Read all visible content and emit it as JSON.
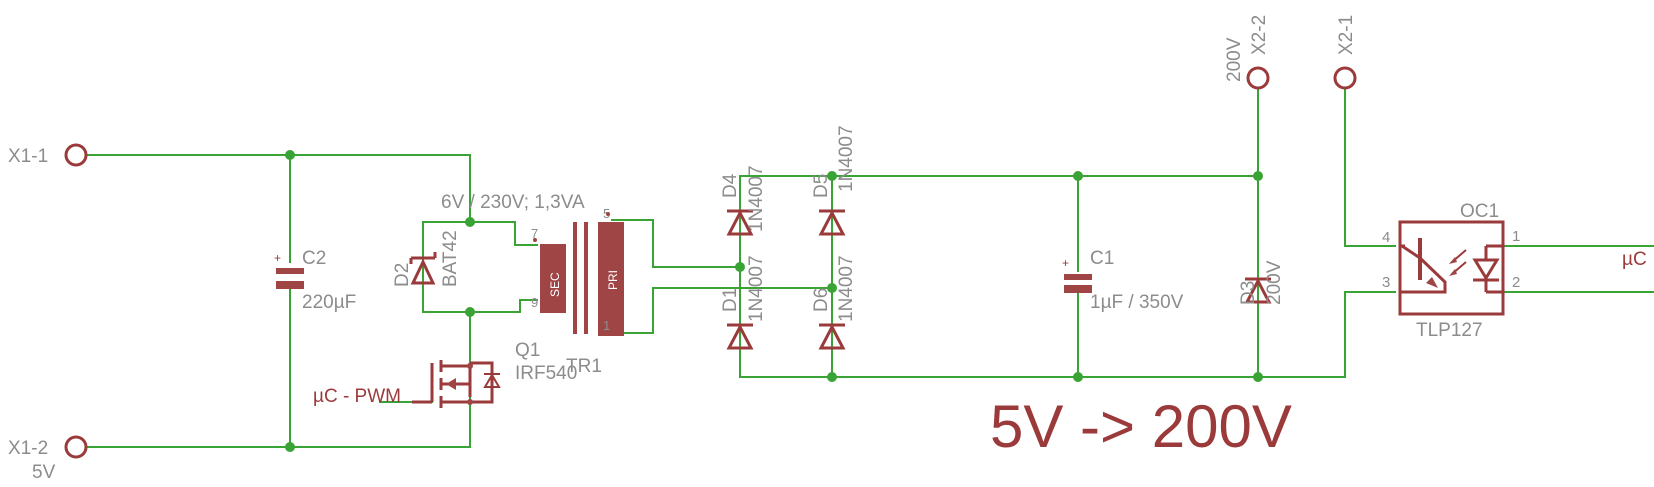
{
  "title": "5V -> 200V",
  "connectors": {
    "x1_1": "X1-1",
    "x1_2": "X1-2",
    "x1_2_value": "5V",
    "x2_2": "X2-2",
    "x2_2_value": "200V",
    "x2_1": "X2-1"
  },
  "components": {
    "c2": {
      "name": "C2",
      "value": "220µF"
    },
    "d2": {
      "name": "D2",
      "value": "BAT42"
    },
    "q1": {
      "name": "Q1",
      "value": "IRF540"
    },
    "tr1": {
      "name": "TR1",
      "value": "6V / 230V; 1,3VA",
      "pin7": "7",
      "pin9": "9",
      "pin5": "5",
      "pin1": "1",
      "sec": "SEC",
      "pri": "PRI"
    },
    "d4": {
      "name": "D4",
      "value": "1N4007"
    },
    "d1": {
      "name": "D1",
      "value": "1N4007"
    },
    "d5": {
      "name": "D5",
      "value": "1N4007"
    },
    "d6": {
      "name": "D6",
      "value": "1N4007"
    },
    "c1": {
      "name": "C1",
      "value": "1µF / 350V"
    },
    "d3": {
      "name": "D3",
      "value": "200V"
    },
    "oc1": {
      "name": "OC1",
      "value": "TLP127",
      "pin1": "1",
      "pin2": "2",
      "pin3": "3",
      "pin4": "4"
    }
  },
  "nets": {
    "pwm": "µC - PWM",
    "uc": "µC"
  },
  "colors": {
    "wire": "#3aa335",
    "symbol": "#9b3a3a",
    "label": "#8c8c8c"
  }
}
